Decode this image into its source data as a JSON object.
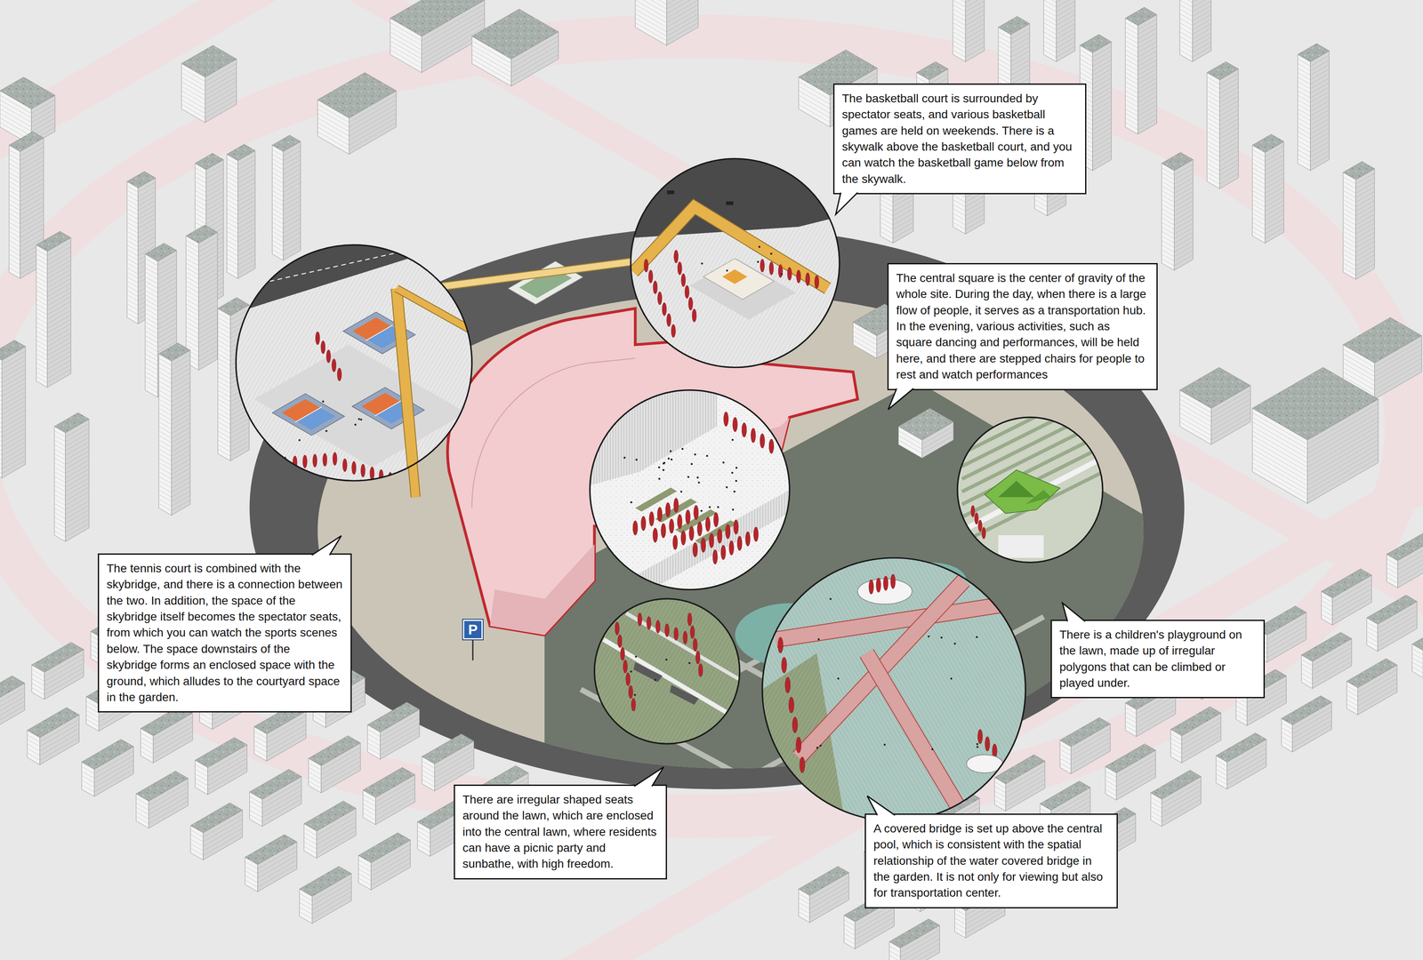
{
  "diagram": {
    "nodes": [
      {
        "text": [
          "The basketball court is surrounded by spectator seats, and various basketball games are held on weekends. There is a skywalk above the basketball court, and you can watch the basketball game below from the skywalk."
        ]
      },
      {
        "text": [
          "The central square is the center of gravity of the whole site. During the day, when there is a large flow of people, it serves as a transportation hub. In the evening, various activities, such as square dancing and performances, will be held here, and there are stepped chairs for people to rest and watch performances"
        ]
      },
      {
        "text": [
          "The tennis court is combined with the skybridge, and there is a connection between the two. In addition, the space of the skybridge itself becomes the spectator seats, from which you can watch the sports scenes below. The space downstairs of the skybridge forms an enclosed space with the ground, which alludes to the courtyard space in the garden."
        ]
      },
      {
        "text": [
          "There is a children's playground on the lawn, made up of irregular polygons that can be climbed or played under."
        ]
      },
      {
        "text": [
          "There are irregular shaped seats around the lawn, which are enclosed into the central lawn, where residents can have a picnic party and sunbathe, with high freedom."
        ]
      },
      {
        "text": [
          "A covered bridge is set up above the central pool, which is consistent with the spatial relationship of the water covered bridge in the garden. It is not only for viewing but also for transportation center."
        ]
      }
    ],
    "labels": [
      "P"
    ]
  }
}
